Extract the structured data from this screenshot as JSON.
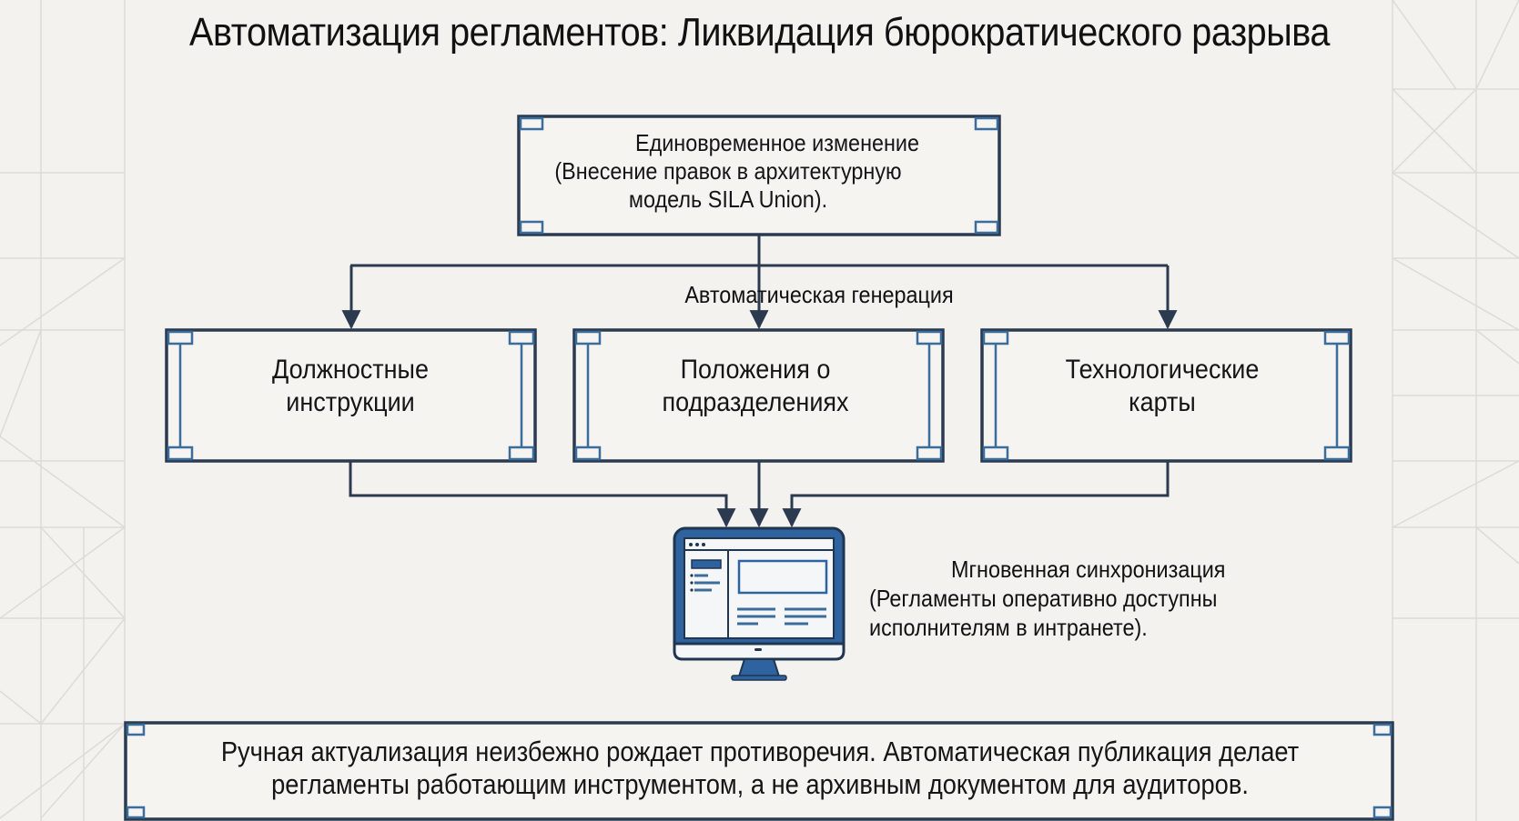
{
  "title": "Автоматизация регламентов: Ликвидация бюрократического разрыва",
  "colors": {
    "background": "#f3f2ee",
    "grid": "#dcdbd6",
    "frame": "#2b3a4e",
    "accent": "#3b6d9c",
    "monitor_blue": "#2f63a0"
  },
  "top_box": {
    "lines": [
      "Единовременное изменение",
      "(Внесение правок в архитектурную",
      "модель SILA Union)."
    ]
  },
  "generation_label": "Автоматическая генерация",
  "children": [
    {
      "lines": [
        "Должностные",
        "инструкции"
      ]
    },
    {
      "lines": [
        "Положения о",
        "подразделениях"
      ]
    },
    {
      "lines": [
        "Технологические",
        "карты"
      ]
    }
  ],
  "monitor": {
    "icon": "monitor-intranet-icon"
  },
  "sync_text": {
    "lines": [
      "Мгновенная синхронизация",
      "(Регламенты оперативно доступны",
      "исполнителям в интранете)."
    ]
  },
  "bottom_box": {
    "lines": [
      "Ручная актуализация неизбежно рождает противоречия. Автоматическая публикация делает",
      "регламенты работающим инструментом, а не архивным документом для аудиторов."
    ]
  }
}
